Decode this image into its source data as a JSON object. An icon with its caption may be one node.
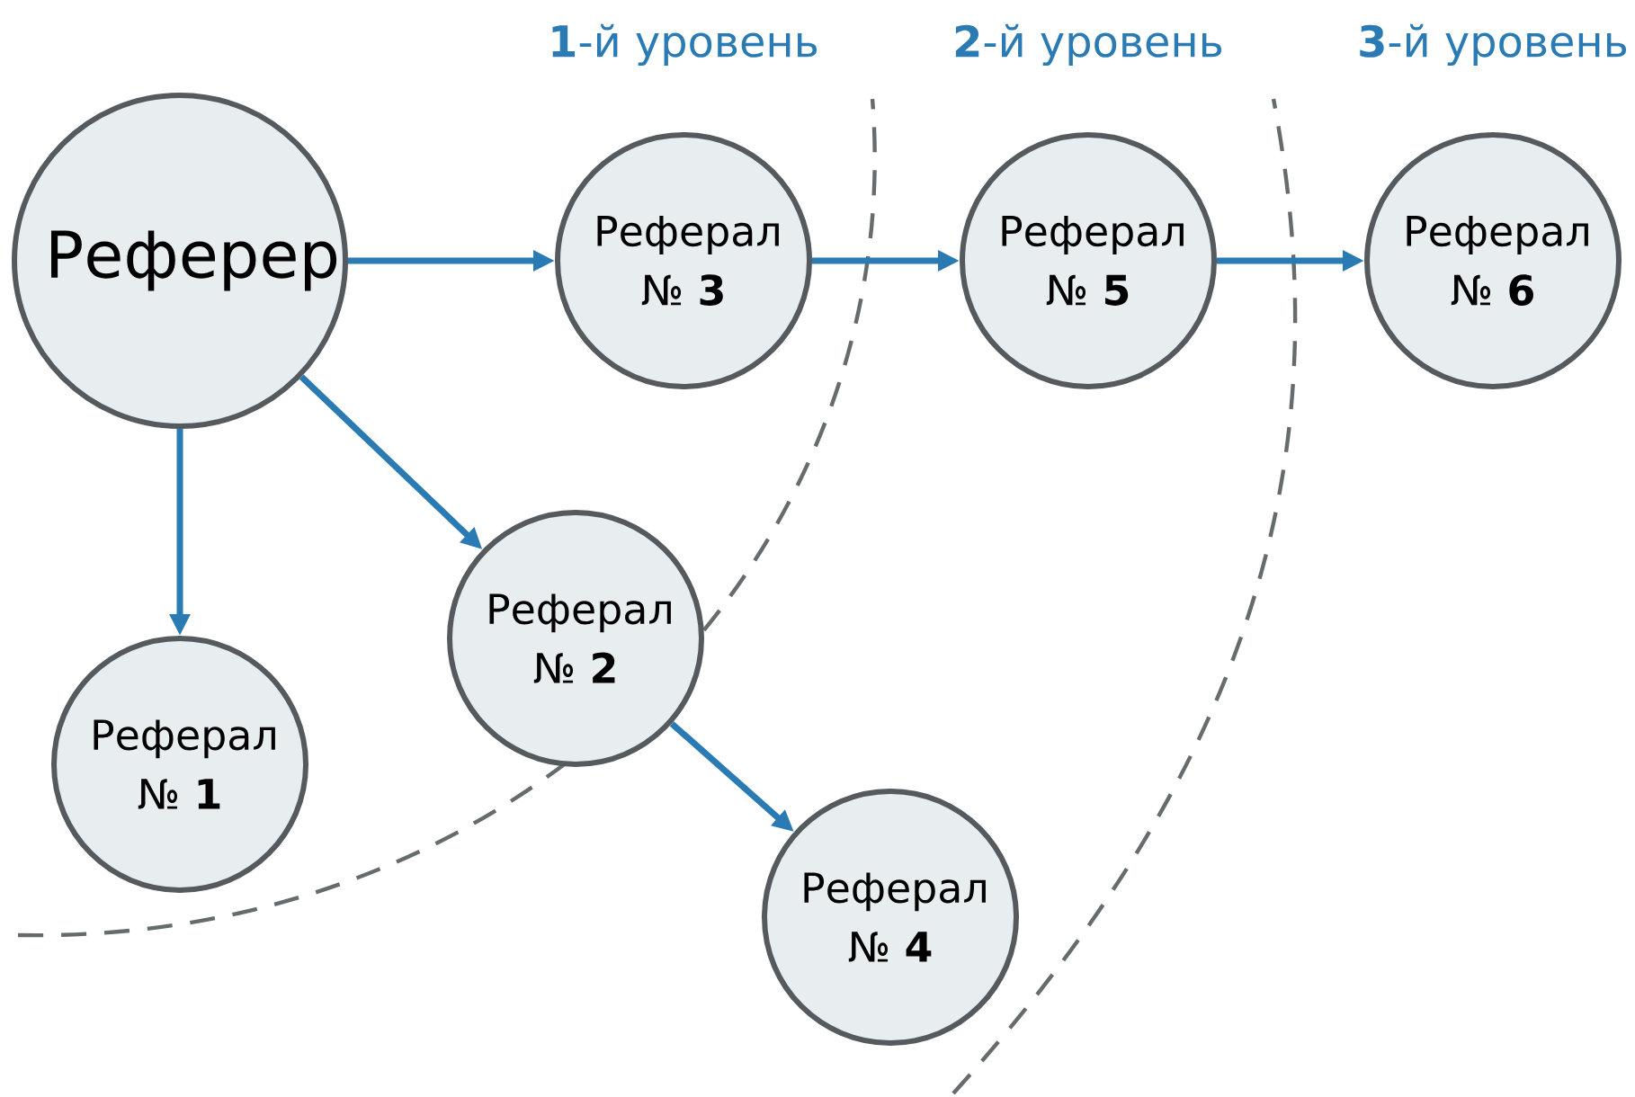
{
  "diagram": {
    "nodes": [
      {
        "text": [
          "Реферер"
        ]
      },
      {
        "text": [
          "Реферал № **3**"
        ]
      },
      {
        "text": [
          "Реферал № **5**"
        ]
      },
      {
        "text": [
          "Реферал № **6**"
        ]
      },
      {
        "text": [
          "Реферал № **2**"
        ]
      },
      {
        "text": [
          "Реферал № **1**"
        ]
      },
      {
        "text": [
          "Реферал № **4**"
        ]
      }
    ],
    "edges": [
      {
        "from": 0,
        "to": 1,
        "arrow": "to"
      },
      {
        "from": 1,
        "to": 2,
        "arrow": "to"
      },
      {
        "from": 2,
        "to": 3,
        "arrow": "to"
      },
      {
        "from": 0,
        "to": 4,
        "arrow": "to"
      },
      {
        "from": 0,
        "to": 5,
        "arrow": "to"
      },
      {
        "from": 4,
        "to": 6,
        "arrow": "to"
      }
    ],
    "labels": [
      "**1**-й уровень",
      "**2**-й уровень",
      "**3**-й уровень"
    ]
  }
}
